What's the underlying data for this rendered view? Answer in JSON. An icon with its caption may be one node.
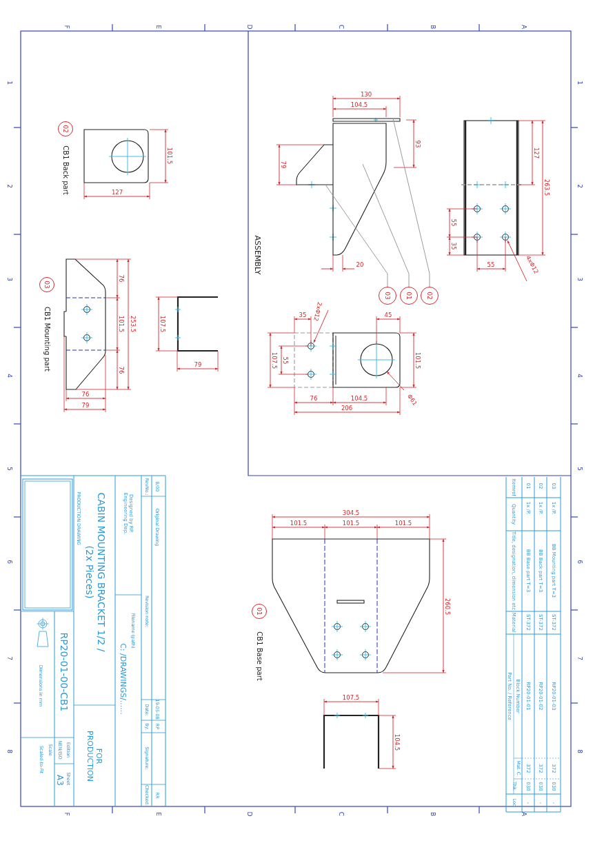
{
  "diagram": {
    "nodes": [
      {
        "text": [
          "02"
        ],
        "beside": [
          "CB1 Back part"
        ]
      },
      {
        "text": [
          "03"
        ],
        "beside": [
          "CB1 Mounting part"
        ]
      },
      {
        "text": [
          "03"
        ]
      },
      {
        "text": [
          "01"
        ]
      },
      {
        "text": [
          "02"
        ]
      },
      {
        "text": [
          "01"
        ],
        "beside": [
          "CB1 Base part"
        ]
      },
      {
        "text": [],
        "shape": "picture"
      },
      {
        "text": [],
        "shape": "picture"
      },
      {
        "text": [],
        "shape": "picture"
      }
    ],
    "edges": [
      {
        "from": 2,
        "to": 6,
        "arrow": "none"
      },
      {
        "from": 3,
        "to": 7,
        "arrow": "none"
      },
      {
        "from": 4,
        "to": 8,
        "arrow": "none"
      }
    ],
    "labels": [
      "F",
      "E",
      "D",
      "C",
      "B",
      "A",
      "1",
      "2",
      "3",
      "4",
      "5",
      "6",
      "7",
      "8",
      "1",
      "2",
      "3",
      "4",
      "5",
      "6",
      "7",
      "8",
      "101.5",
      "127",
      "76",
      "101.5",
      "253.5",
      "76",
      "107.5",
      "79",
      "76",
      "79",
      "130",
      "104.5",
      "93",
      "79",
      "127",
      "263.5",
      "55",
      "35",
      "20",
      "55",
      "4xΦ12",
      "ASSEMBLY",
      "35",
      "2xΦ12",
      "45",
      "107.5",
      "55",
      "101.5",
      "76",
      "104.5",
      "Φ61",
      "206",
      "304.5",
      "101.5",
      "101.5",
      "101.5",
      "260.5",
      "107.5",
      "104.5",
      "Itemref",
      "Quantity",
      "Title, designation, dimension etc",
      "Material",
      "Part No. / Reference",
      "Block Number",
      "Mat. C.",
      "Thk.",
      "Loc.",
      "01",
      "1x /P.",
      "BB Base part T=3",
      "ST-372",
      "RP20-01-01",
      "372",
      "030",
      "-",
      "02",
      "1x /P.",
      "BB Back part T=3",
      "ST-372",
      "RP20-01-02",
      "372",
      "030",
      "-",
      "03",
      "1x /P.",
      "BB Mounting part T=3",
      "ST-372",
      "RP20-01-03",
      "372",
      "030",
      "-",
      "B/00",
      "Original Drawing",
      "19-05-08",
      "RP",
      "RR",
      "RevNo.:",
      "Revision note:",
      "Date:",
      "By:",
      "Signature:",
      "Checked:",
      "Designed by RP. Engineering Dep.",
      "Filename (path)",
      "C: /DRAWINGS/......",
      "CABIN MOUNTING BRACKET 1/2 / (2x Pieces)",
      "PRODUCTION DRAWING",
      "FOR PRODUCTION",
      "RP20-01-00-CB1",
      "Dimensions in mm",
      "Edition",
      "Sheet",
      "NEN/ISO",
      "A3",
      "Scale",
      "Scaled-to-Fit",
      "F",
      "E",
      "D",
      "C",
      "B",
      "A"
    ]
  }
}
